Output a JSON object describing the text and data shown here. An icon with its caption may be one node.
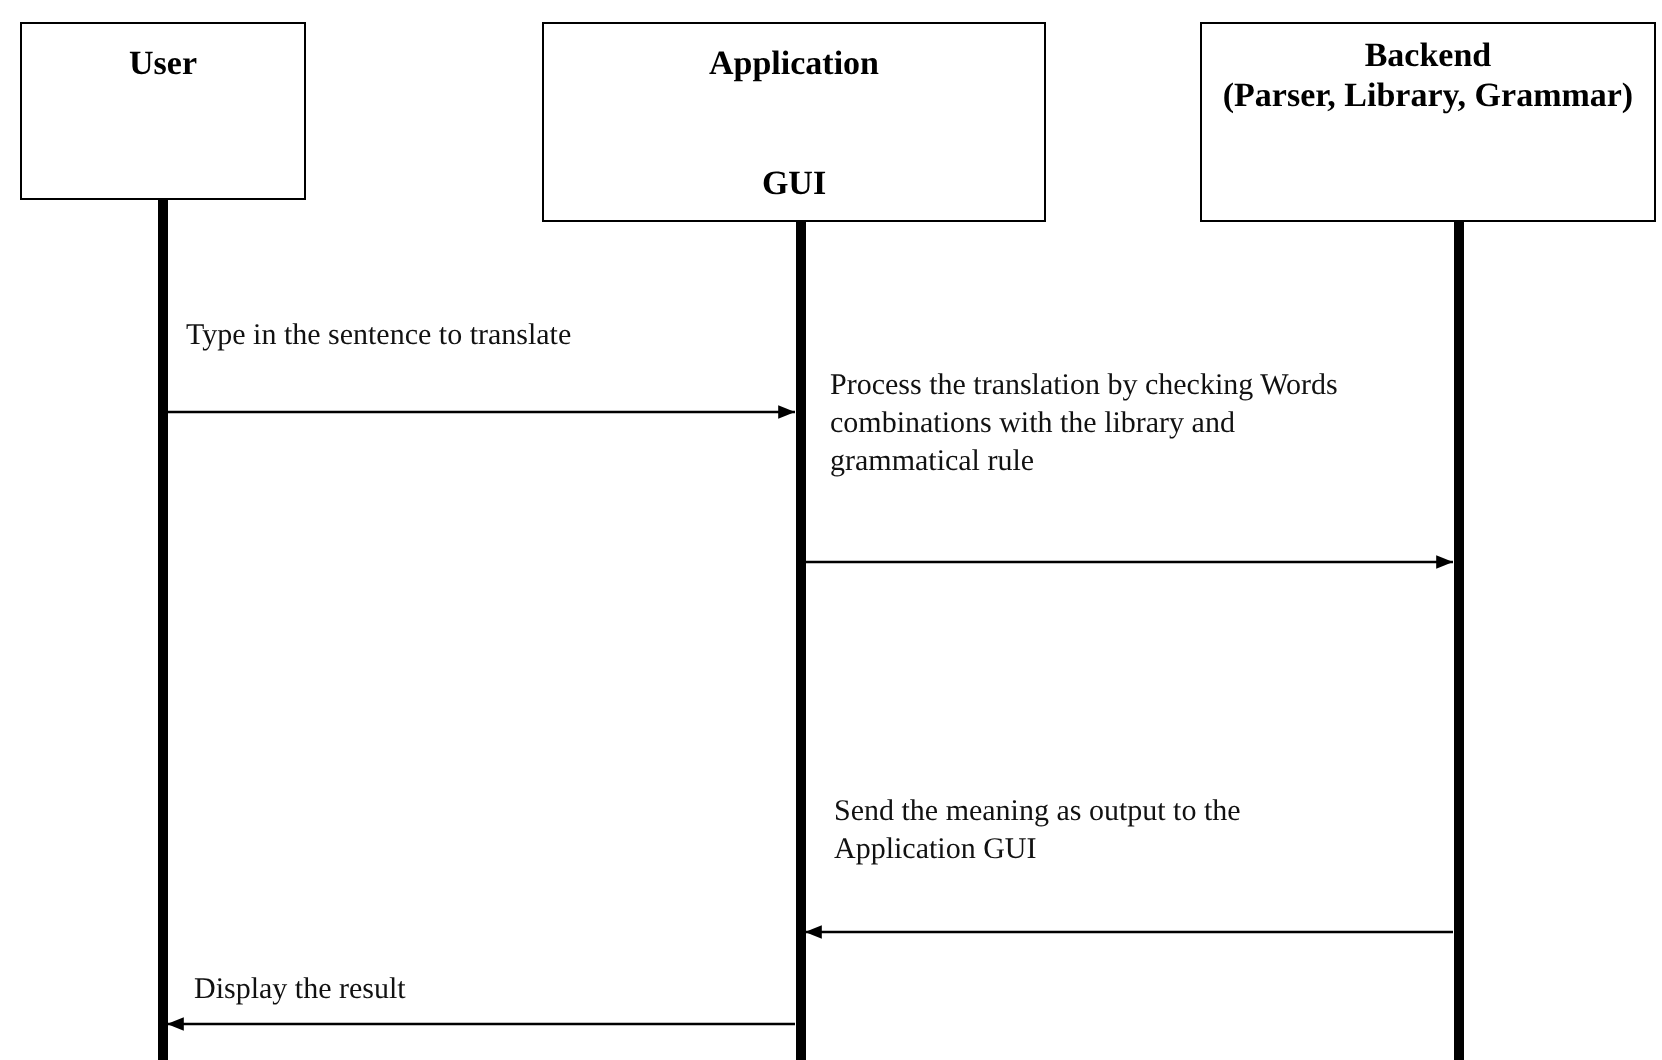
{
  "diagram": {
    "nodes": [
      {
        "text": [
          "User"
        ]
      },
      {
        "text": [
          "Application",
          "GUI"
        ]
      },
      {
        "text": [
          "Backend",
          "(Parser, Library, Grammar)"
        ]
      }
    ],
    "edges": [
      {
        "from": 0,
        "to": 1,
        "arrow": "to",
        "label": "Type in the sentence to translate"
      },
      {
        "from": 1,
        "to": 2,
        "arrow": "to",
        "label": "Process the translation by checking Words combinations with the library and grammatical rule"
      },
      {
        "from": 2,
        "to": 1,
        "arrow": "to",
        "label": "Send the meaning as output to the Application GUI"
      },
      {
        "from": 1,
        "to": 0,
        "arrow": "to",
        "label": "Display the result"
      }
    ]
  }
}
